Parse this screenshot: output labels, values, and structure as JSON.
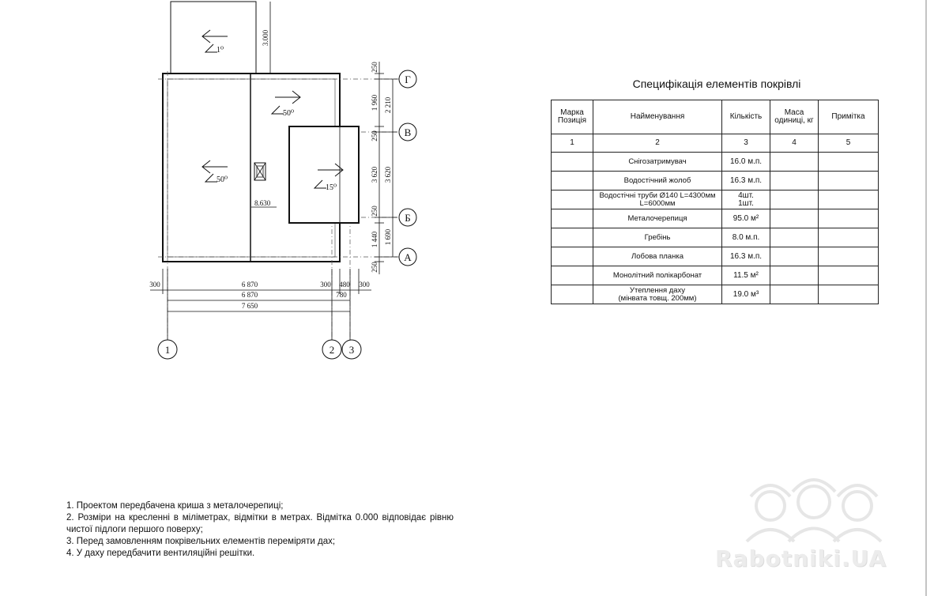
{
  "plan": {
    "slopes": {
      "a": "1⁰",
      "b": "50⁰",
      "c": "50⁰",
      "d": "15⁰"
    },
    "elevation": "8.630",
    "dims_vertical_top": "3.000",
    "dims_vertical_right_1": [
      "250",
      "1 960",
      "250",
      "3 620",
      "250",
      "1 440",
      "250"
    ],
    "dims_vertical_right_2": [
      "2 210",
      "3 620",
      "1 690"
    ],
    "dims_horizontal_1": [
      "300",
      "6 870",
      "300",
      "480",
      "300"
    ],
    "dims_horizontal_2": [
      "6 870",
      "780"
    ],
    "dims_horizontal_3": [
      "7 650"
    ],
    "axes_letters": [
      "Г",
      "В",
      "Б",
      "А"
    ],
    "axes_numbers": [
      "1",
      "2",
      "3"
    ]
  },
  "spec": {
    "title": "Специфікація елементів покрівлі",
    "headers": [
      "Марка Позиція",
      "Найменування",
      "Кількість",
      "Маса одиниці, кг",
      "Примітка"
    ],
    "col_numbers": [
      "1",
      "2",
      "3",
      "4",
      "5"
    ],
    "rows": [
      {
        "name": "Снігозатримувач",
        "qty": "16.0 м.п."
      },
      {
        "name": "Водостічний жолоб",
        "qty": "16.3 м.п."
      },
      {
        "name": "Водостічні труби Ø140 L=4300мм\nL=6000мм",
        "qty": "4шт.\n1шт."
      },
      {
        "name": "Металочерепиця",
        "qty": "95.0 м²"
      },
      {
        "name": "Гребінь",
        "qty": "8.0 м.п."
      },
      {
        "name": "Лобова планка",
        "qty": "16.3 м.п."
      },
      {
        "name": "Монолітний полікарбонат",
        "qty": "11.5 м²"
      },
      {
        "name": "Утеплення даху\n(мінвата товщ. 200мм)",
        "qty": "19.0 м³"
      }
    ]
  },
  "notes": [
    "1. Проектом передбачена криша з металочерепиці;",
    "2. Розміри на кресленні в міліметрах, відмітки в метрах. Відмітка 0.000 відповідає рівню чистої підлоги першого поверху;",
    "3. Перед замовленням покрівельних елементів переміряти дах;",
    "4. У даху передбачити вентиляційні  решітки."
  ],
  "watermark": {
    "text": "Rabotniki.UA"
  }
}
